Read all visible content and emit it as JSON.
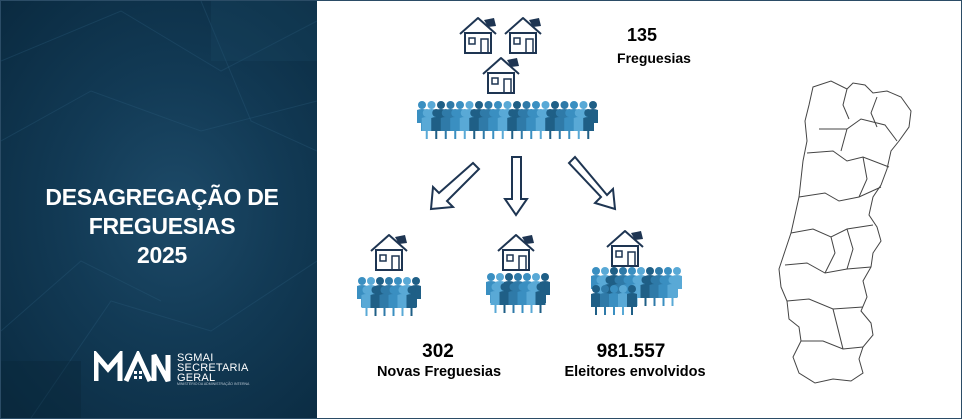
{
  "banner": {
    "title_line1": "DESAGREGAÇÃO DE",
    "title_line2": "FREGUESIAS",
    "title_line3": "2025"
  },
  "logo": {
    "line1": "SGMAI",
    "line2": "SECRETARIA",
    "line3": "GERAL",
    "tagline": "MINISTÉRIO DA ADMINISTRAÇÃO INTERNA"
  },
  "stats": {
    "freguesias": {
      "value": "135",
      "label": "Freguesias"
    },
    "novas_freguesias": {
      "value": "302",
      "label": "Novas Freguesias"
    },
    "eleitores": {
      "value": "981.557",
      "label": "Eleitores envolvidos"
    }
  },
  "colors": {
    "panel_dark": "#0a2a40",
    "people_blue": "#3a8fc1",
    "people_light": "#59a9d6",
    "people_dark": "#1f5f86",
    "house_stroke": "#1e3552"
  }
}
